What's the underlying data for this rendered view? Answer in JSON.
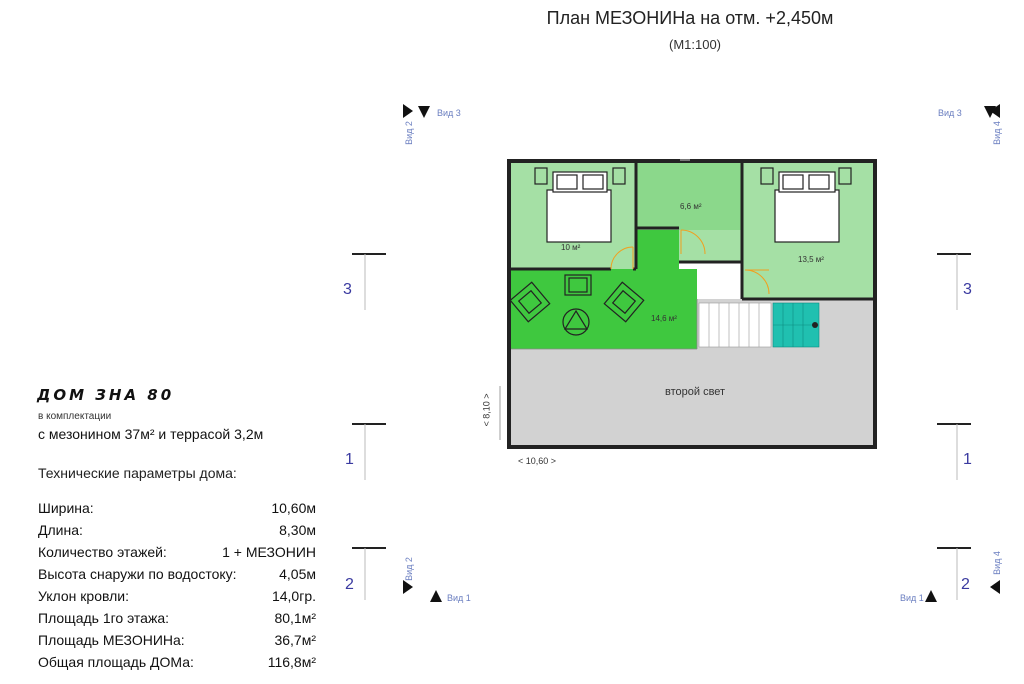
{
  "header": {
    "title": "План МЕЗОНИНа на отм. +2,450м",
    "scale": "(М1:100)"
  },
  "brand": {
    "name": "ДОМ ЗНА 80",
    "kit_line": "в комплектации",
    "kit_desc": "с мезонином 37м² и террасой 3,2м",
    "params_heading": "Технические параметры домa:"
  },
  "params": [
    {
      "label": "Ширина:",
      "value": "10,60м"
    },
    {
      "label": "Длина:",
      "value": "8,30м"
    },
    {
      "label": "Количество этажей:",
      "value": "1 + МЕЗОНИН"
    },
    {
      "label": "Высота снаружи по водостоку:",
      "value": "4,05м"
    },
    {
      "label": "Уклон кровли:",
      "value": "14,0гр."
    },
    {
      "label": "Площадь 1го этажа:",
      "value": "80,1м²"
    },
    {
      "label": "Площадь МЕЗОНИНа:",
      "value": "36,7м²"
    },
    {
      "label": "Общая площадь ДОМа:",
      "value": "116,8м²"
    }
  ],
  "plan": {
    "rooms": {
      "bedroom_left": "10 м²",
      "hall_small": "6,6 м²",
      "bedroom_right": "13,5 м²",
      "lounge": "14,6 м²",
      "second_light": "второй свет"
    },
    "dims": {
      "width": "< 10,60 >",
      "depth": "< 8,10 >"
    }
  },
  "sections": {
    "s3": "3",
    "s1": "1",
    "s2": "2"
  },
  "views": {
    "v1": "Вид 1",
    "v2": "Вид 2",
    "v3": "Вид 3",
    "v4": "Вид 4"
  },
  "colors": {
    "room_green": "#a5e0a5",
    "lounge_green": "#3fc83f",
    "hall_green": "#8bd88b",
    "second_light_gray": "#d2d2d2",
    "stair_teal": "#20c0b0",
    "wall": "#222222"
  }
}
